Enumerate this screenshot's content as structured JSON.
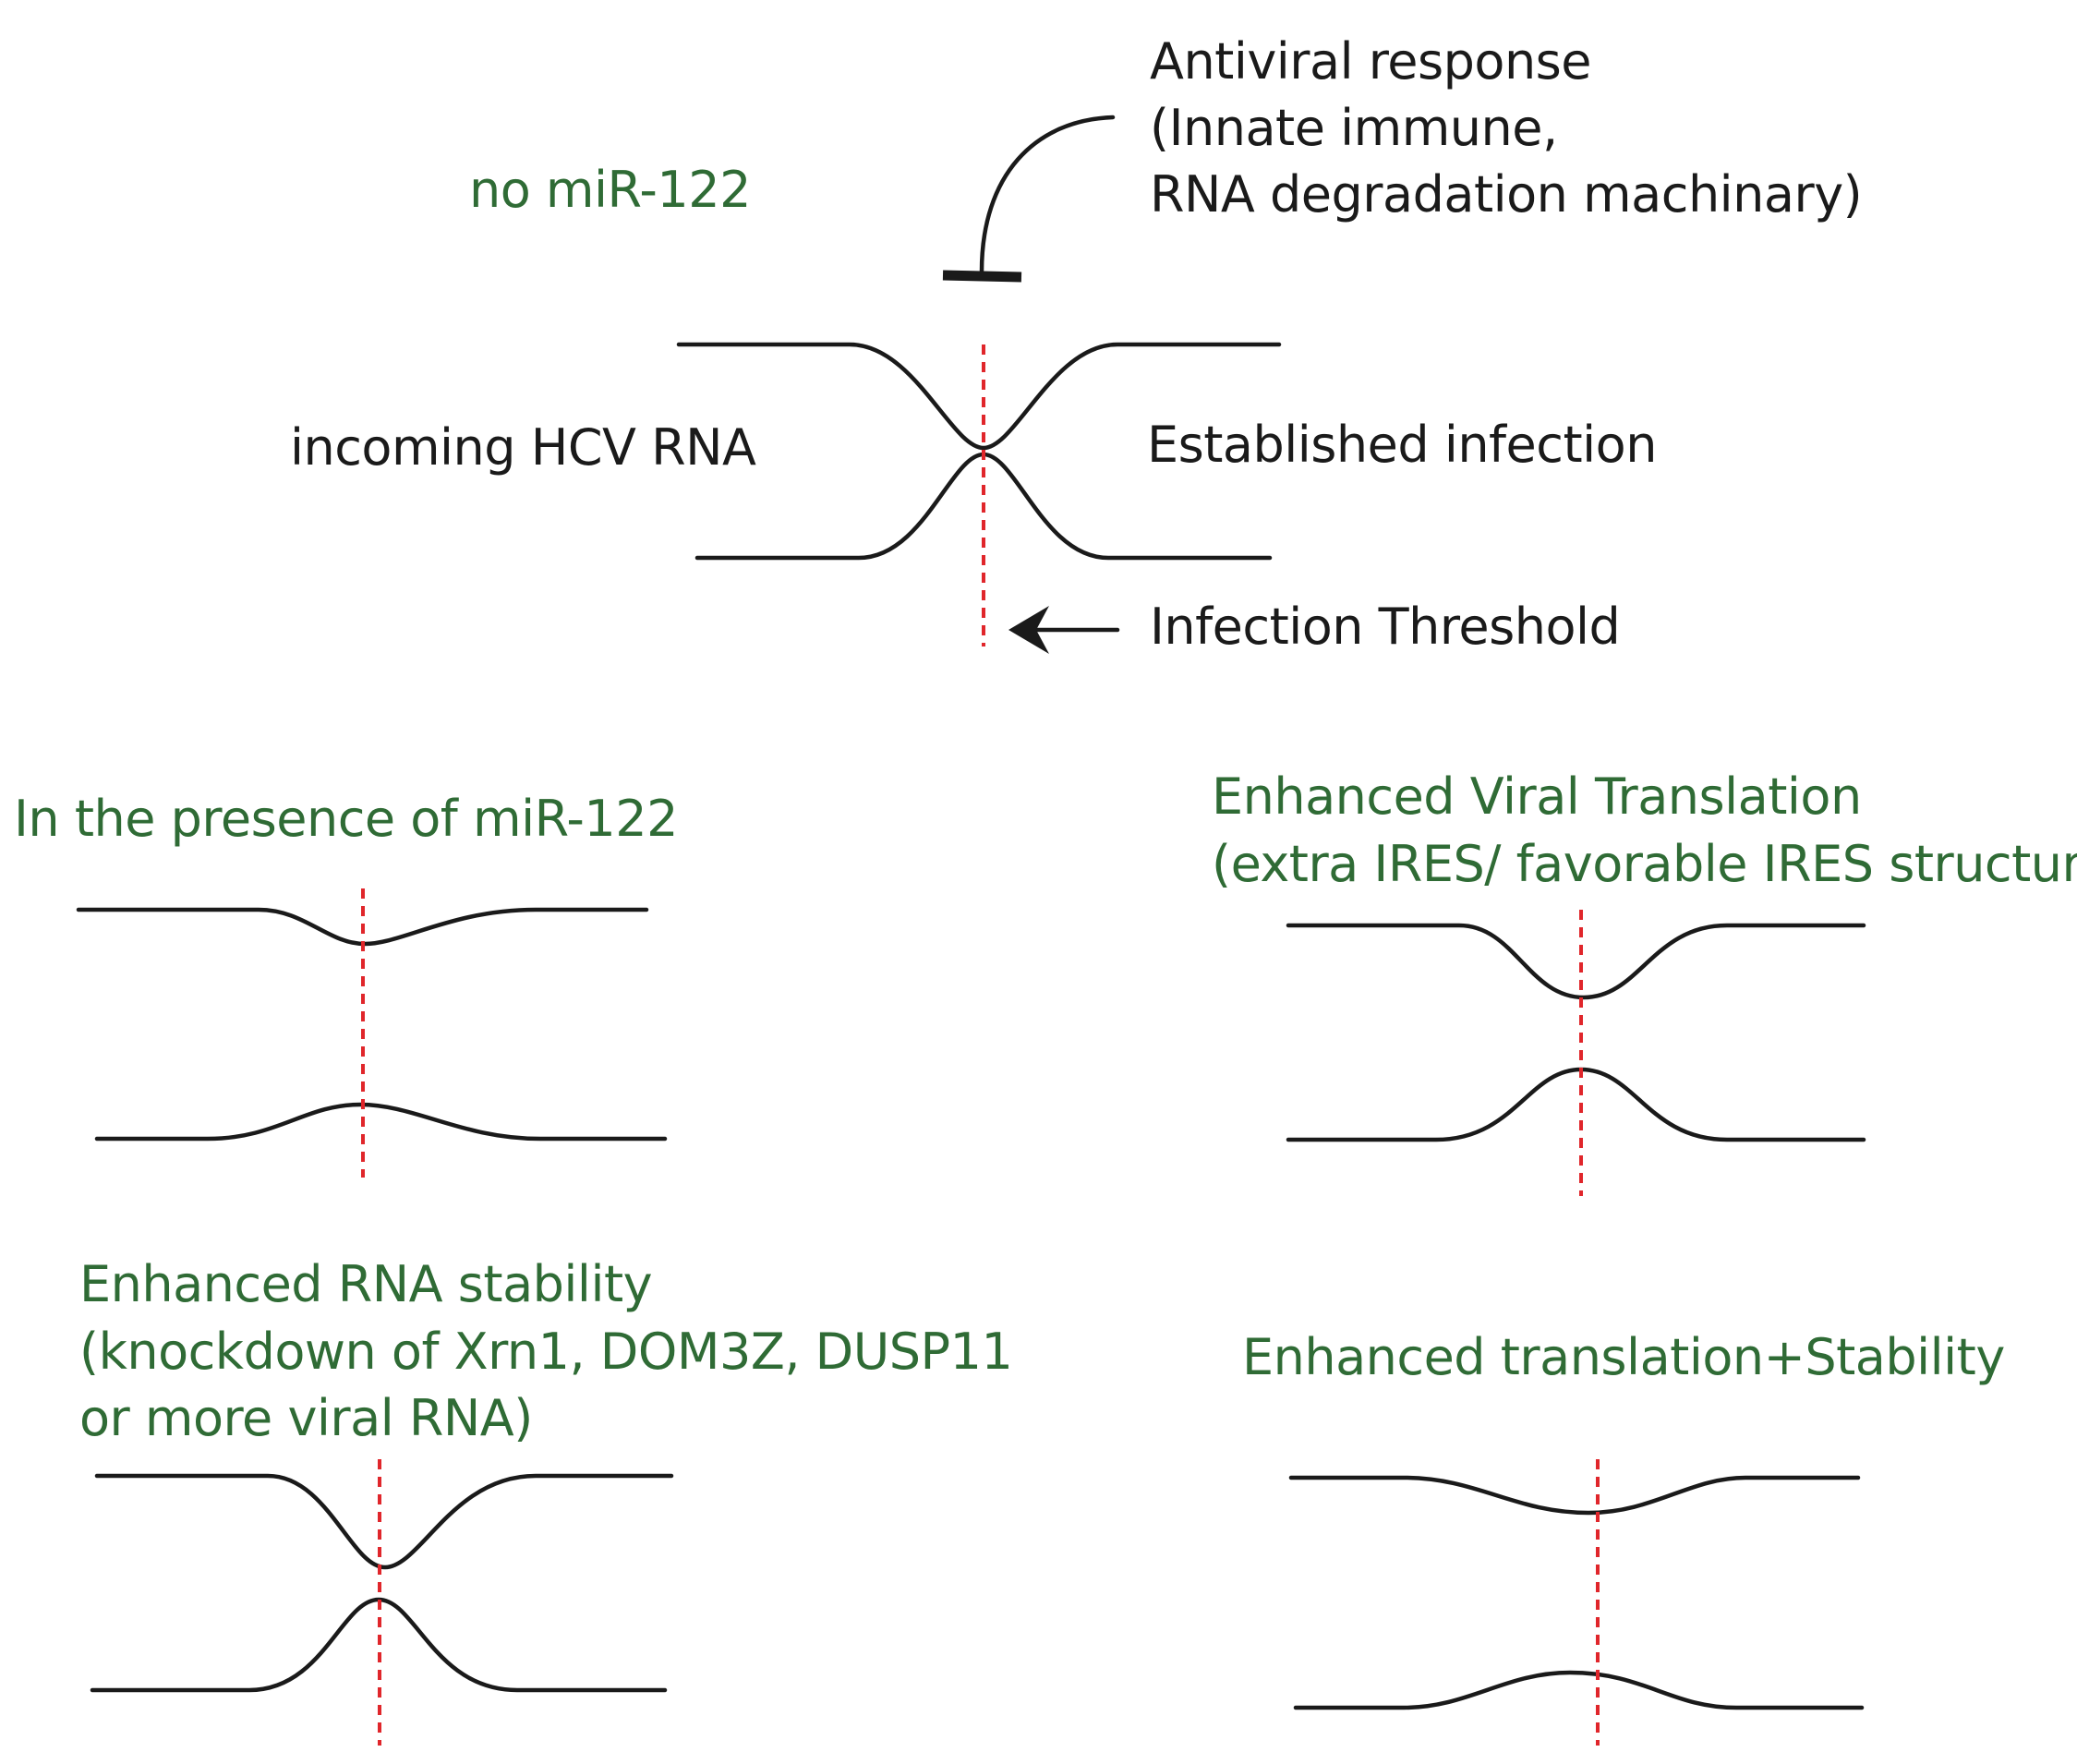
{
  "labels": {
    "no_mir": "no miR-122",
    "antiviral_line1": "Antiviral response",
    "antiviral_line2": "(Innate immune,",
    "antiviral_line3": "RNA degradation machinary)",
    "incoming": "incoming HCV RNA",
    "established": "Established infection",
    "threshold": "Infection Threshold",
    "presence_mir": "In the presence of miR-122",
    "translation_line1": "Enhanced Viral Translation",
    "translation_line2": "(extra IRES/ favorable IRES structure)",
    "stability_line1": "Enhanced RNA stability",
    "stability_line2": "(knockdown of Xrn1, DOM3Z, DUSP11",
    "stability_line3": "or more viral RNA)",
    "combined": "Enhanced translation+Stability"
  },
  "colors": {
    "text_dark": "#1a1a1a",
    "text_green": "#2f6b35",
    "curve": "#1a1a1a",
    "threshold_line": "#e0262b"
  }
}
